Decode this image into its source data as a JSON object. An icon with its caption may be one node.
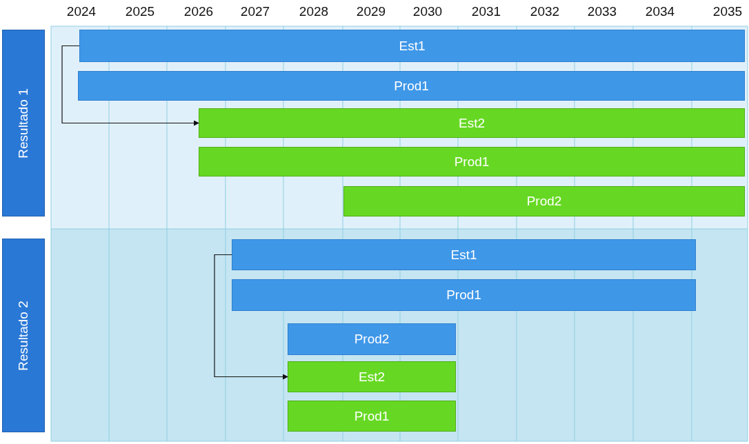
{
  "diagram": {
    "nodes": [
      {
        "text": [
          "Resultado 1"
        ]
      },
      {
        "text": [
          "Est1"
        ]
      },
      {
        "text": [
          "Prod1"
        ]
      },
      {
        "text": [
          "Est2"
        ]
      },
      {
        "text": [
          "Prod1"
        ]
      },
      {
        "text": [
          "Prod2"
        ]
      },
      {
        "text": [
          "Resultado 2"
        ]
      },
      {
        "text": [
          "Est1"
        ]
      },
      {
        "text": [
          "Prod1"
        ]
      },
      {
        "text": [
          "Prod2"
        ]
      },
      {
        "text": [
          "Est2"
        ]
      },
      {
        "text": [
          "Prod1"
        ]
      }
    ],
    "edges": [
      {
        "from": 1,
        "to": 3,
        "arrow": "to"
      },
      {
        "from": 7,
        "to": 10,
        "arrow": "to"
      }
    ],
    "labels": [
      "2024",
      "2025",
      "2026",
      "2027",
      "2028",
      "2029",
      "2030",
      "2031",
      "2032",
      "2033",
      "2034",
      "2035"
    ]
  }
}
